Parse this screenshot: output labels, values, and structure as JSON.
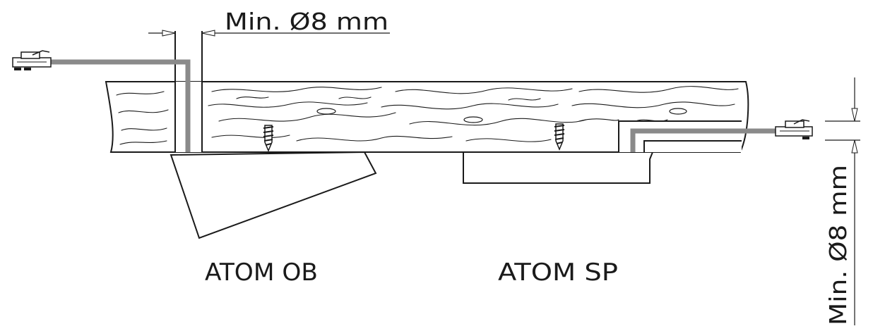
{
  "labels": {
    "top_dimension": "Min. Ø8 mm",
    "side_dimension": "Min. Ø8 mm",
    "left_product": "ATOM OB",
    "right_product": "ATOM SP"
  },
  "colors": {
    "ink": "#1a1a1a",
    "cable": "#8a8a8a",
    "background": "#ffffff"
  },
  "icons": {
    "connector_left": "led-connector-icon",
    "connector_right": "led-connector-icon",
    "screw_left": "screw-icon",
    "screw_right": "screw-icon"
  }
}
